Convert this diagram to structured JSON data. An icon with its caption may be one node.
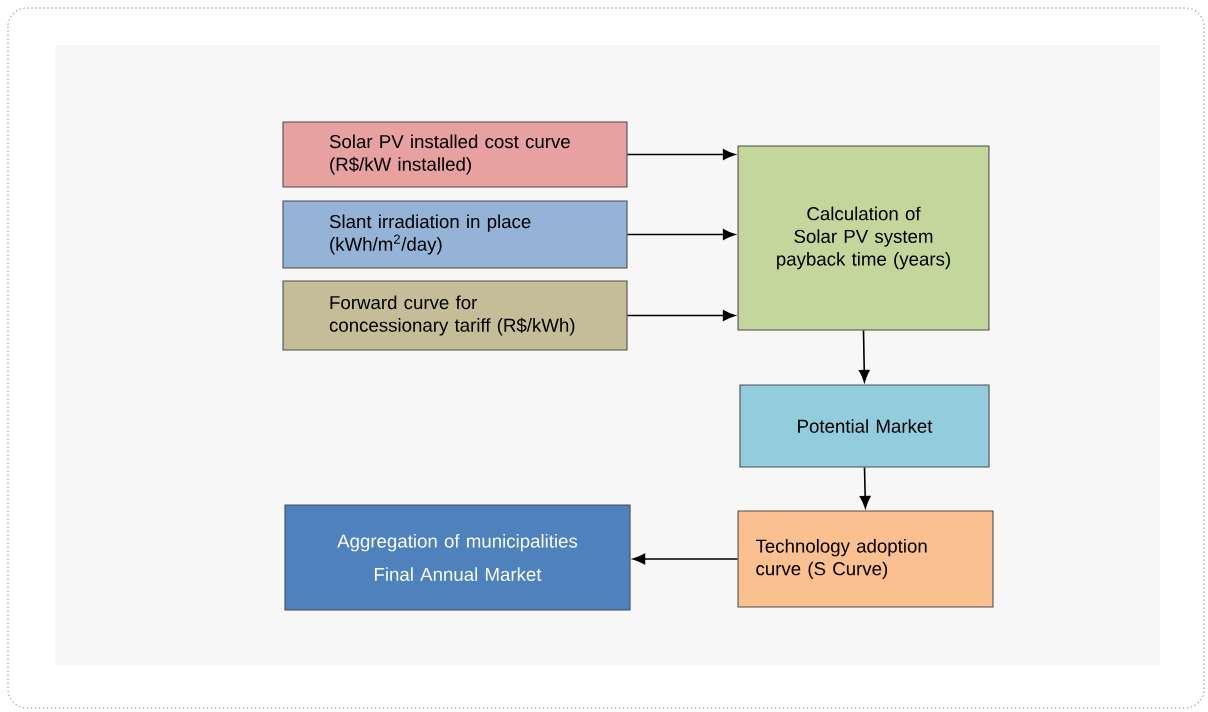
{
  "diagram": {
    "nodes": [
      {
        "text": [
          "Solar PV installed cost curve (R$/kW installed)"
        ]
      },
      {
        "text": [
          "Slant irradiation in place (kWh/m$^{2}$/day)"
        ]
      },
      {
        "text": [
          "Forward curve for concessionary tariff (R$/kWh)"
        ]
      },
      {
        "text": [
          "Calculation of Solar PV system payback time (years)"
        ]
      },
      {
        "text": [
          "Potential Market"
        ]
      },
      {
        "text": [
          "Technology adoption curve (S Curve)"
        ]
      },
      {
        "text": [
          "Aggregation of municipalities",
          "Final Annual Market"
        ]
      }
    ],
    "edges": [
      {
        "from": 0,
        "to": 3,
        "arrow": "to"
      },
      {
        "from": 1,
        "to": 3,
        "arrow": "to"
      },
      {
        "from": 2,
        "to": 3,
        "arrow": "to"
      },
      {
        "from": 3,
        "to": 4,
        "arrow": "to"
      },
      {
        "from": 4,
        "to": 5,
        "arrow": "to"
      },
      {
        "from": 5,
        "to": 6,
        "arrow": "to"
      }
    ]
  }
}
